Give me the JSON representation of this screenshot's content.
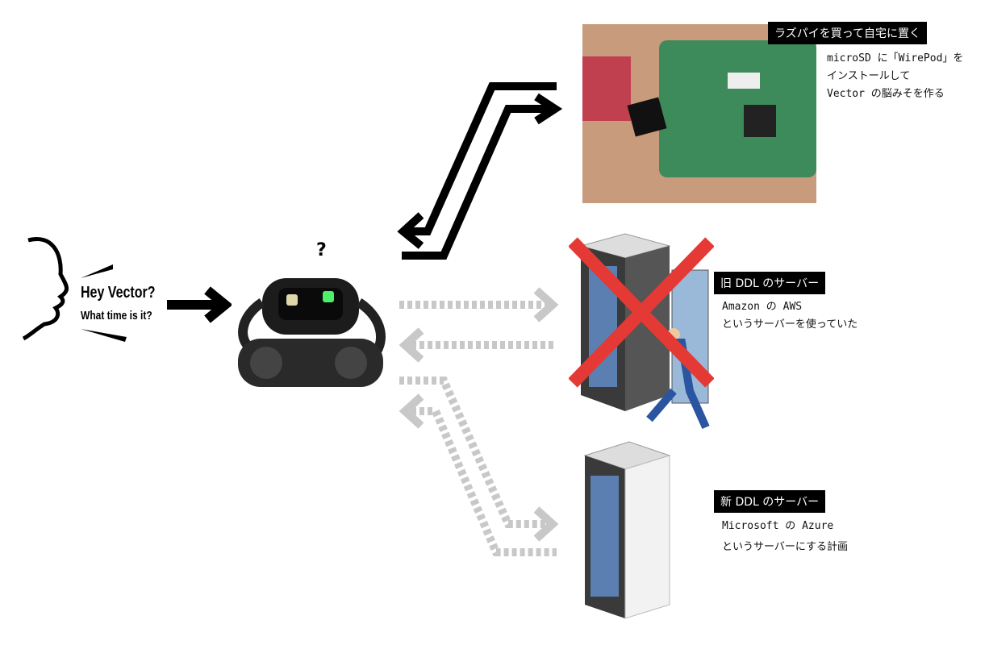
{
  "speech": {
    "line1": "Hey Vector?",
    "line2": "What time is it?"
  },
  "robot": {
    "question_mark": "?"
  },
  "raspberry_pi": {
    "tag": "ラズパイを買って自宅に置く",
    "desc": [
      "microSD に「WirePod」を",
      "インストールして",
      "Vector の脳みそを作る"
    ]
  },
  "old_server": {
    "tag": "旧 DDL のサーバー",
    "desc": [
      "Amazon の AWS",
      "というサーバーを使っていた"
    ]
  },
  "new_server": {
    "tag": "新 DDL のサーバー",
    "desc": [
      "Microsoft の Azure",
      "というサーバーにする計画"
    ]
  },
  "colors": {
    "arrow_main": "#000000",
    "arrow_dashed": "#c8c8c8",
    "cross": "#e53935"
  }
}
